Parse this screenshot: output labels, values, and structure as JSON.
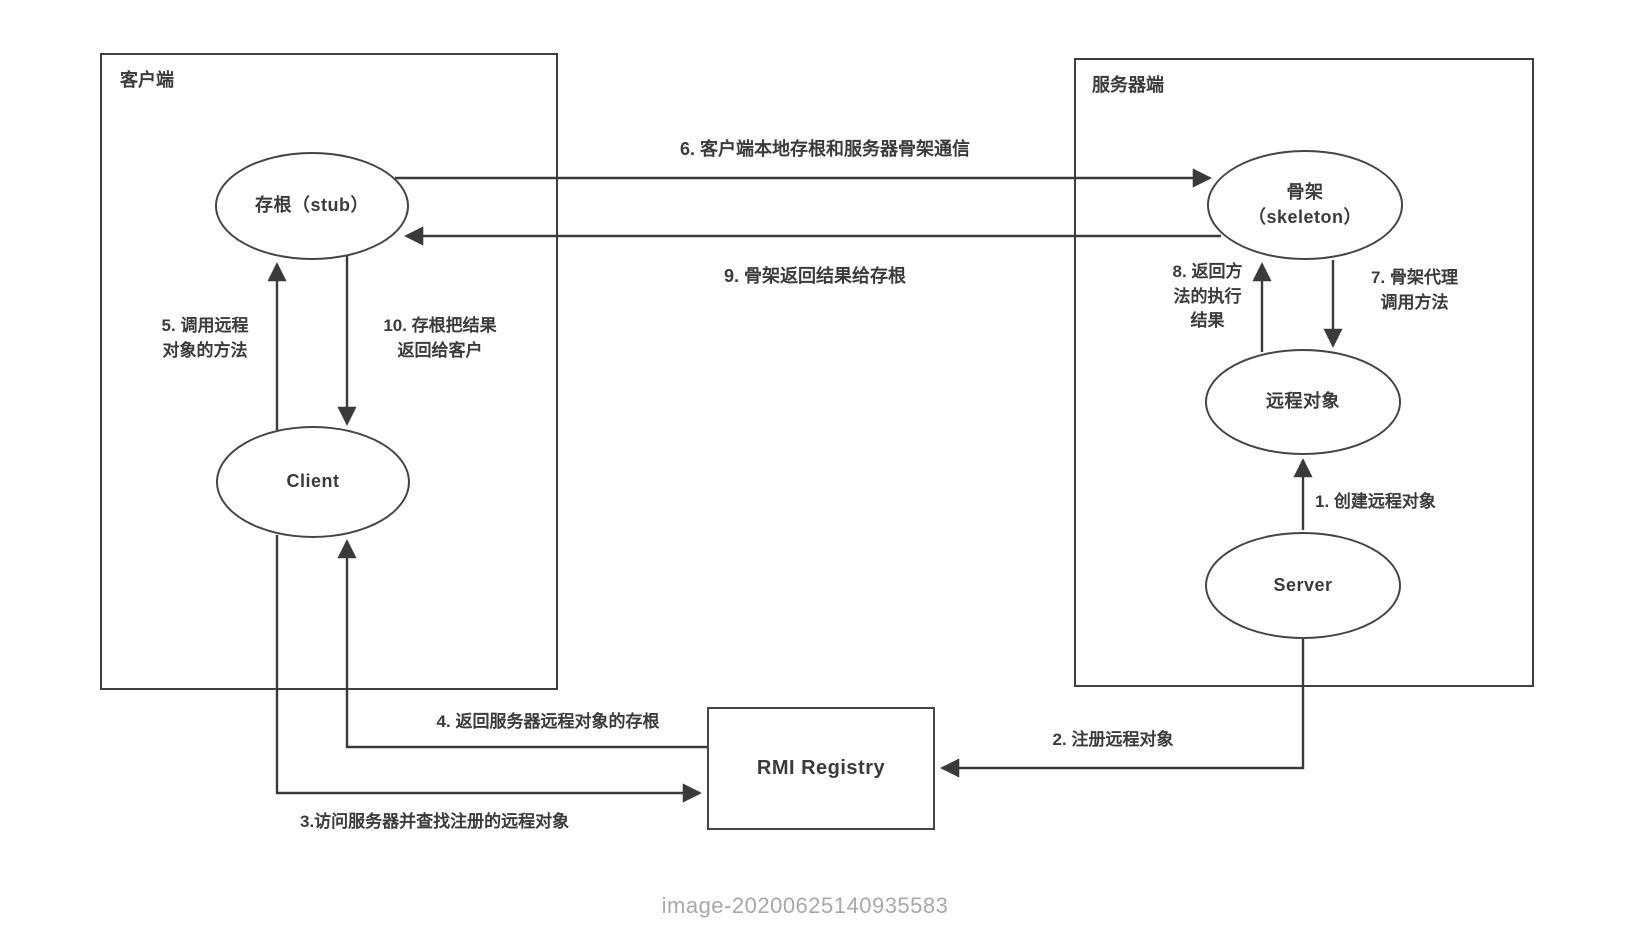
{
  "diagram": {
    "client_box_label": "客户端",
    "server_box_label": "服务器端",
    "nodes": {
      "stub": "存根（stub）",
      "client": "Client",
      "skeleton": [
        "骨架",
        "（skeleton）"
      ],
      "remote_object": "远程对象",
      "server": "Server",
      "rmi_registry": "RMI Registry"
    },
    "edges": {
      "e1": "1. 创建远程对象",
      "e2": "2. 注册远程对象",
      "e3": "3.访问服务器并查找注册的远程对象",
      "e4": "4. 返回服务器远程对象的存根",
      "e5": [
        "5. 调用远程",
        "对象的方法"
      ],
      "e6": "6. 客户端本地存根和服务器骨架通信",
      "e7": [
        "7. 骨架代理",
        "调用方法"
      ],
      "e8": [
        "8. 返回方",
        "法的执行",
        "结果"
      ],
      "e9": "9. 骨架返回结果给存根",
      "e10": [
        "10. 存根把结果",
        "返回给客户"
      ]
    }
  },
  "caption": "image-20200625140935583",
  "colors": {
    "line": "#3a3a3a",
    "text": "#3b3b3b",
    "caption_text": "#a8a8a8"
  }
}
